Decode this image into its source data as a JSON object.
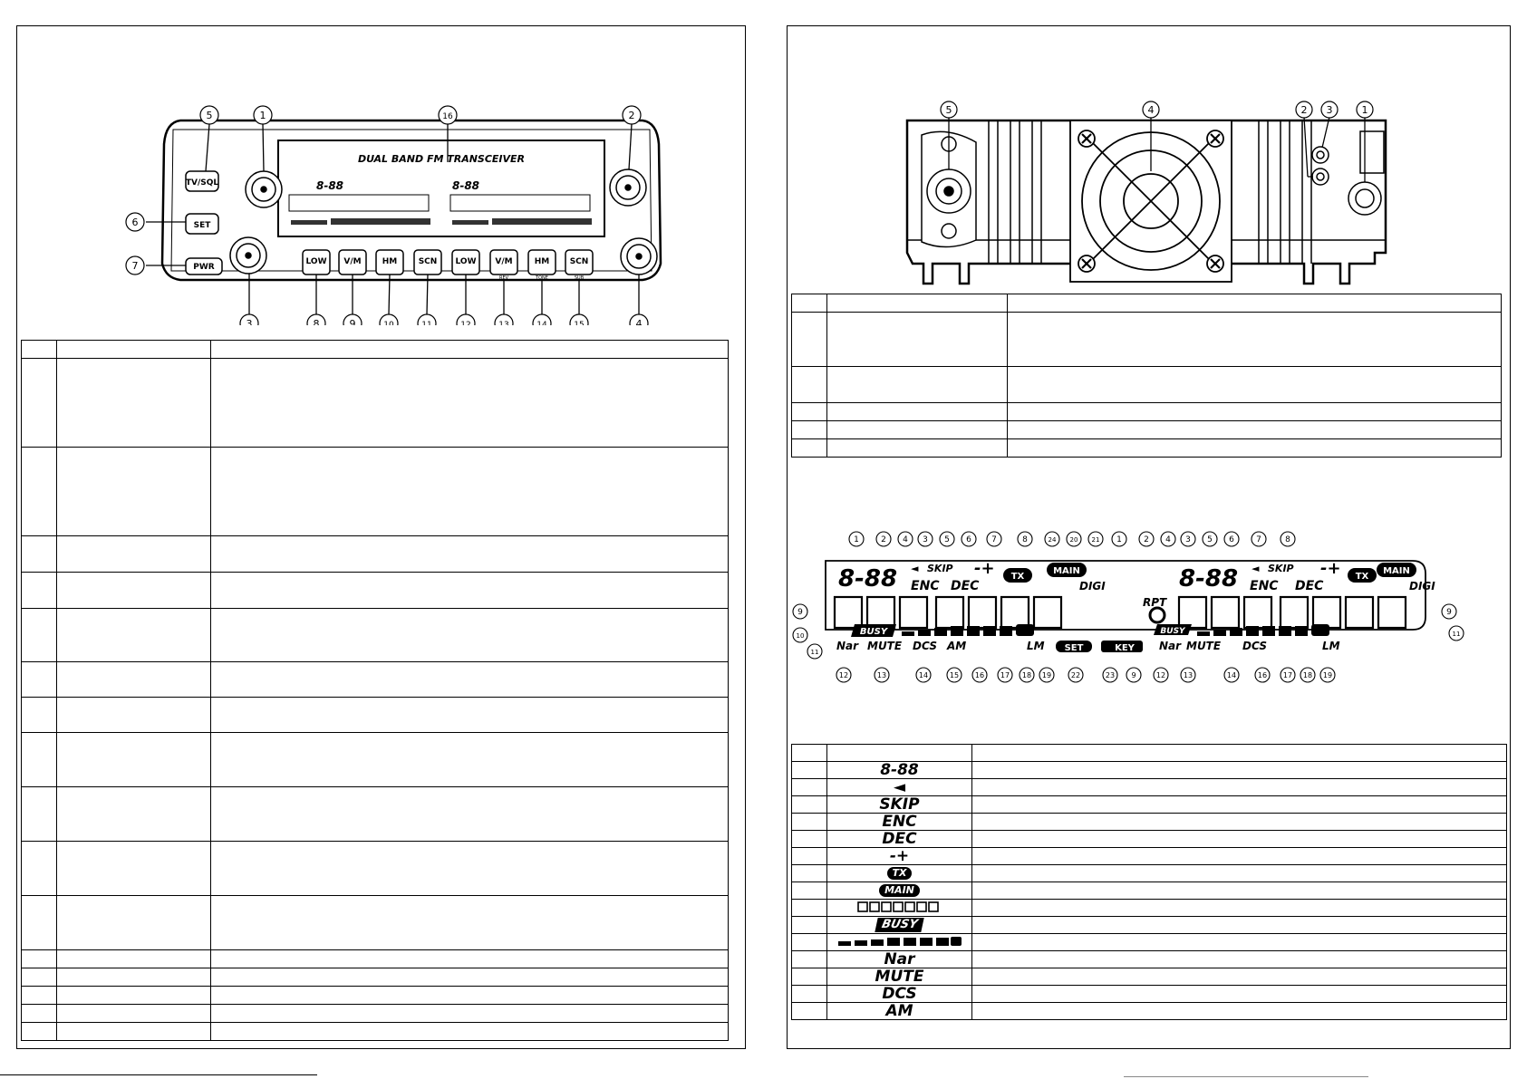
{
  "front_panel": {
    "brand_text": "DUAL BAND FM TRANSCEIVER",
    "keys": {
      "tv_sql": "TV/SQL",
      "set": "SET",
      "pwr": "PWR",
      "low": "LOW",
      "vm": "V/M",
      "hm": "HM",
      "scn": "SCN",
      "low2": "LOW",
      "vm2": "V/M",
      "hm2": "HM",
      "scn2": "SCN"
    },
    "sub_labels": [
      "REV",
      "TONE",
      "SUB"
    ],
    "callouts_top": [
      "5",
      "1",
      "16",
      "2"
    ],
    "callouts_left": [
      "6",
      "7"
    ],
    "callouts_bottom": [
      "3",
      "8",
      "9",
      "10",
      "11",
      "12",
      "13",
      "14",
      "15",
      "4"
    ]
  },
  "rear_panel": {
    "callouts": [
      "5",
      "4",
      "2",
      "3",
      "1"
    ]
  },
  "lcd_display": {
    "freq_left": "8-88",
    "freq_right": "8-88",
    "skip": "SKIP",
    "enc": "ENC",
    "dec": "DEC",
    "minus_plus": "-+",
    "tx": "TX",
    "main": "MAIN",
    "digi": "DIGI",
    "rpt": "RPT",
    "busy": "BUSY",
    "set": "SET",
    "key": "KEY",
    "indicators": [
      "Nar",
      "MUTE",
      "DCS",
      "AM",
      "LM"
    ],
    "callouts_top": [
      "1",
      "2",
      "4",
      "3",
      "5",
      "6",
      "7",
      "8",
      "24",
      "20",
      "21",
      "1",
      "2",
      "4",
      "3",
      "5",
      "6",
      "7",
      "8"
    ],
    "callouts_side": [
      "9",
      "10",
      "11",
      "9",
      "11"
    ],
    "callouts_bottom": [
      "12",
      "13",
      "14",
      "15",
      "16",
      "17",
      "18",
      "19",
      "22",
      "23",
      "9",
      "12",
      "13",
      "14",
      "16",
      "17",
      "18",
      "19"
    ]
  },
  "lcd_legend": {
    "glyphs": [
      "8-88",
      "◄",
      "SKIP",
      "ENC",
      "DEC",
      "-+",
      "TX",
      "MAIN",
      "",
      "BUSY",
      "",
      "Nar",
      "MUTE",
      "DCS",
      "AM"
    ]
  }
}
